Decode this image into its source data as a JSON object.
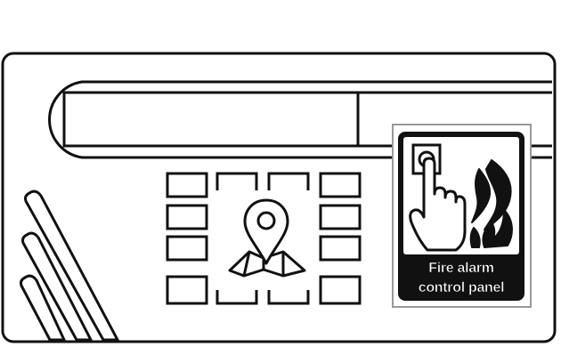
{
  "sign": {
    "line1": "Fire alarm",
    "line2": "control panel"
  },
  "icons": {
    "keypad": "keypad-grid",
    "location": "map-location-pin-icon",
    "hand": "hand-pressing-button-icon",
    "flame": "flame-icon"
  },
  "colors": {
    "ink": "#111111",
    "paper": "#ffffff"
  }
}
